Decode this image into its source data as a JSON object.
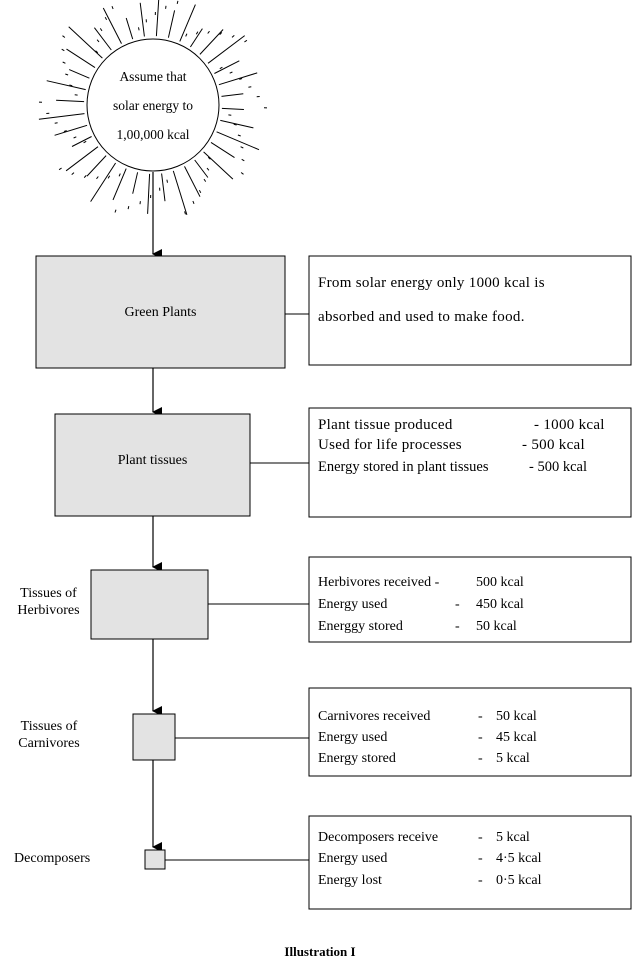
{
  "sun": {
    "lines": [
      "Assume that",
      "solar energy to",
      "1,00,000 kcal"
    ]
  },
  "levels": {
    "green_plants": {
      "label": "Green Plants",
      "info": [
        "From solar energy only 1000 kcal is",
        "absorbed and used to make food."
      ]
    },
    "plant_tissues": {
      "label": "Plant tissues",
      "info": [
        {
          "name": "Plant tissue produced",
          "value": "- 1000 kcal"
        },
        {
          "name": "Used for life processes",
          "value": "- 500 kcal"
        },
        {
          "name": "Energy stored in plant tissues",
          "value": "- 500 kcal"
        }
      ]
    },
    "herbivores": {
      "label_line1": "Tissues of",
      "label_line2": "Herbivores",
      "info": [
        {
          "name": "Herbivores received -",
          "value": "500 kcal"
        },
        {
          "name": "Energy used",
          "dash": "-",
          "value": "450 kcal"
        },
        {
          "name": "Energgy stored",
          "dash": "-",
          "value": "50 kcal"
        }
      ]
    },
    "carnivores": {
      "label_line1": "Tissues of",
      "label_line2": "Carnivores",
      "info": [
        {
          "name": "Carnivores received",
          "dash": "-",
          "value": "50 kcal"
        },
        {
          "name": "Energy used",
          "dash": "-",
          "value": "45 kcal"
        },
        {
          "name": "Energy stored",
          "dash": "-",
          "value": "5 kcal"
        }
      ]
    },
    "decomposers": {
      "label": "Decomposers",
      "info": [
        {
          "name": "Decomposers receive",
          "dash": "-",
          "value": "5 kcal"
        },
        {
          "name": "Energy used",
          "dash": "-",
          "value": "4·5 kcal"
        },
        {
          "name": "Energy lost",
          "dash": "-",
          "value": "0·5 kcal"
        }
      ]
    }
  },
  "caption": "Illustration I",
  "colors": {
    "box_fill": "#e3e3e3",
    "stroke": "#000000"
  }
}
